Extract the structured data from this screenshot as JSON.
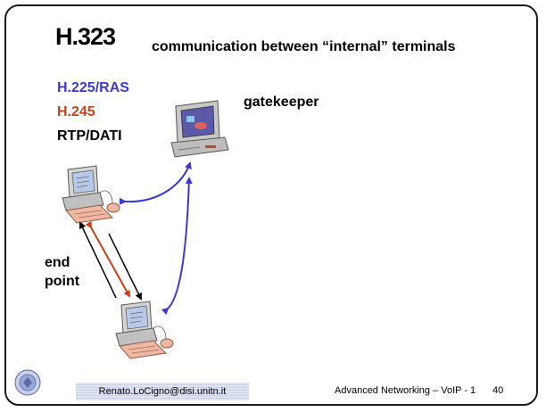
{
  "slide": {
    "title": "H.323",
    "subtitle": "communication between “internal” terminals",
    "legend": {
      "ras": "H.225/RAS",
      "h245": "H.245",
      "rtp": "RTP/DATI"
    },
    "gatekeeper_label": "gatekeeper",
    "endpoint_label_line1": "end",
    "endpoint_label_line2": "point",
    "colors": {
      "ras": "#3a3acc",
      "h245": "#c8401a",
      "rtp": "#000000"
    }
  },
  "footer": {
    "email": "Renato.LoCigno@disi.unitn.it",
    "course": "Advanced Networking – VoIP - 1",
    "page": "40"
  },
  "icons": {
    "gatekeeper": "computer-monitor-icon",
    "endpoint": "desktop-computer-icon",
    "seal": "university-seal-icon"
  }
}
